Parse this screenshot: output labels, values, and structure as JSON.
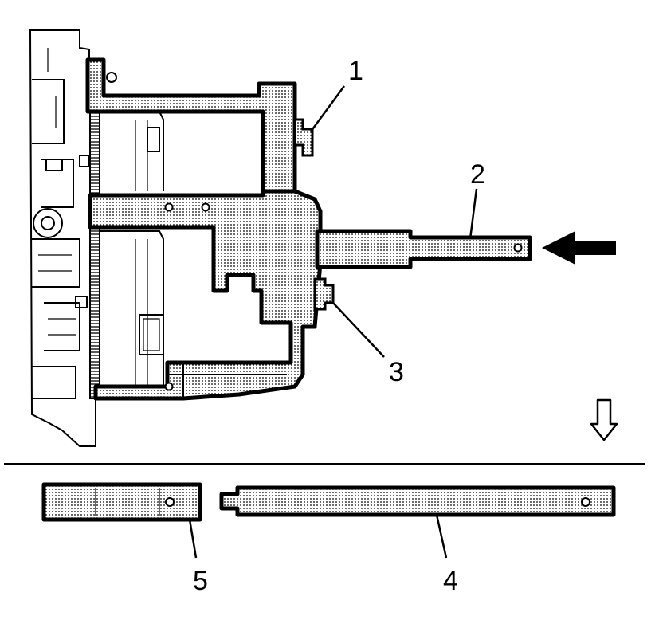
{
  "diagram": {
    "callouts": [
      {
        "id": "1",
        "label": "1"
      },
      {
        "id": "2",
        "label": "2"
      },
      {
        "id": "3",
        "label": "3"
      },
      {
        "id": "4",
        "label": "4"
      },
      {
        "id": "5",
        "label": "5"
      }
    ],
    "arrows": [
      {
        "name": "force-direction-arrow",
        "direction": "left",
        "style": "solid"
      },
      {
        "name": "view-direction-arrow",
        "direction": "down",
        "style": "outline"
      }
    ],
    "colors": {
      "ink": "#000000",
      "background": "#ffffff"
    }
  }
}
